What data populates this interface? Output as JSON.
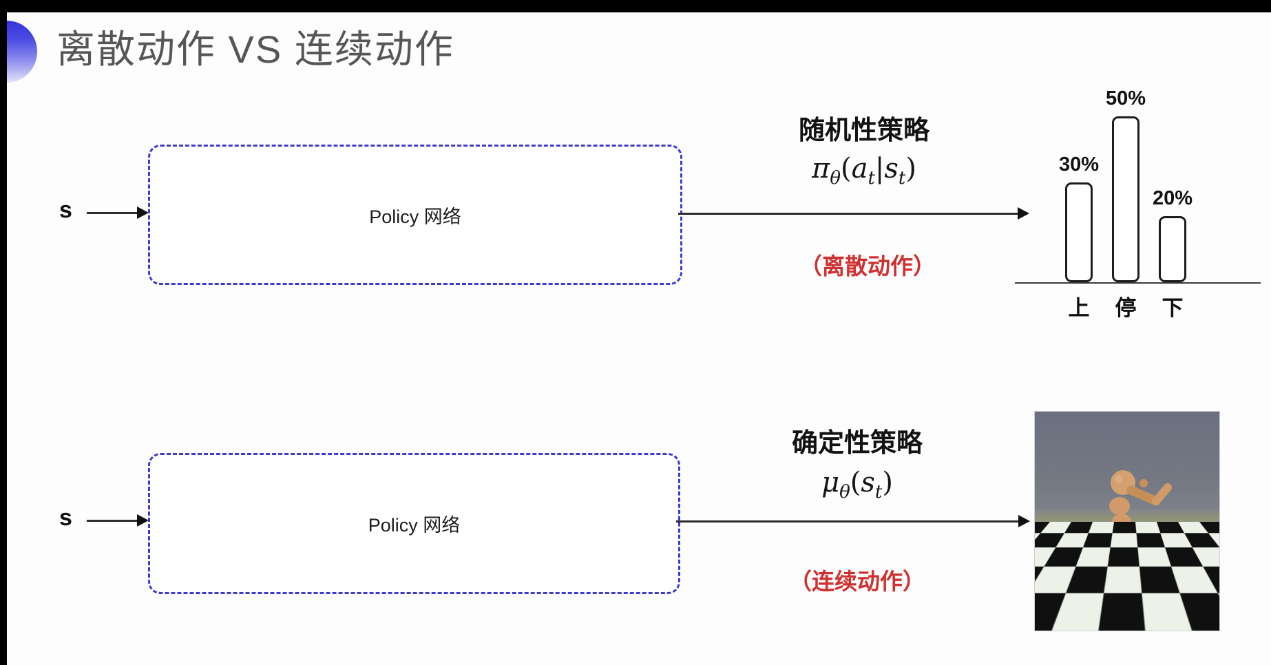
{
  "title": "离散动作 VS 连续动作",
  "colors": {
    "accent_blue": "#3434dd",
    "box_border": "#3c3ccc",
    "red_note": "#d03030",
    "title_gray": "#565659"
  },
  "rows": [
    {
      "input_label": "s",
      "box_label": "Policy 网络",
      "policy_name": "随机性策略",
      "formula": {
        "text": "π_θ(a_t|s_t)",
        "parts": [
          "π",
          "θ",
          "(",
          "a",
          "t",
          "|",
          "s",
          "t",
          ")"
        ]
      },
      "note": "（离散动作）"
    },
    {
      "input_label": "s",
      "box_label": "Policy 网络",
      "policy_name": "确定性策略",
      "formula": {
        "text": "μ_θ(s_t)",
        "parts": [
          "μ",
          "θ",
          "(",
          "s",
          "t",
          ")"
        ]
      },
      "note": "（连续动作）"
    }
  ],
  "chart_data": {
    "type": "bar",
    "title": "",
    "categories": [
      "上",
      "停",
      "下"
    ],
    "values": [
      30,
      50,
      20
    ],
    "value_labels": [
      "30%",
      "50%",
      "20%"
    ],
    "xlabel": "",
    "ylabel": "",
    "ylim": [
      0,
      55
    ],
    "grid": false,
    "legend": "none",
    "bar_style": "outlined-white-rounded"
  },
  "sim_image": {
    "description": "humanoid-robot-on-checkerboard-floor",
    "sky_color": "#6b7080",
    "ground_color": "#8e9077",
    "checker_light": "#edf2e8",
    "checker_dark": "#101010",
    "body_color": "#d09a6a"
  }
}
